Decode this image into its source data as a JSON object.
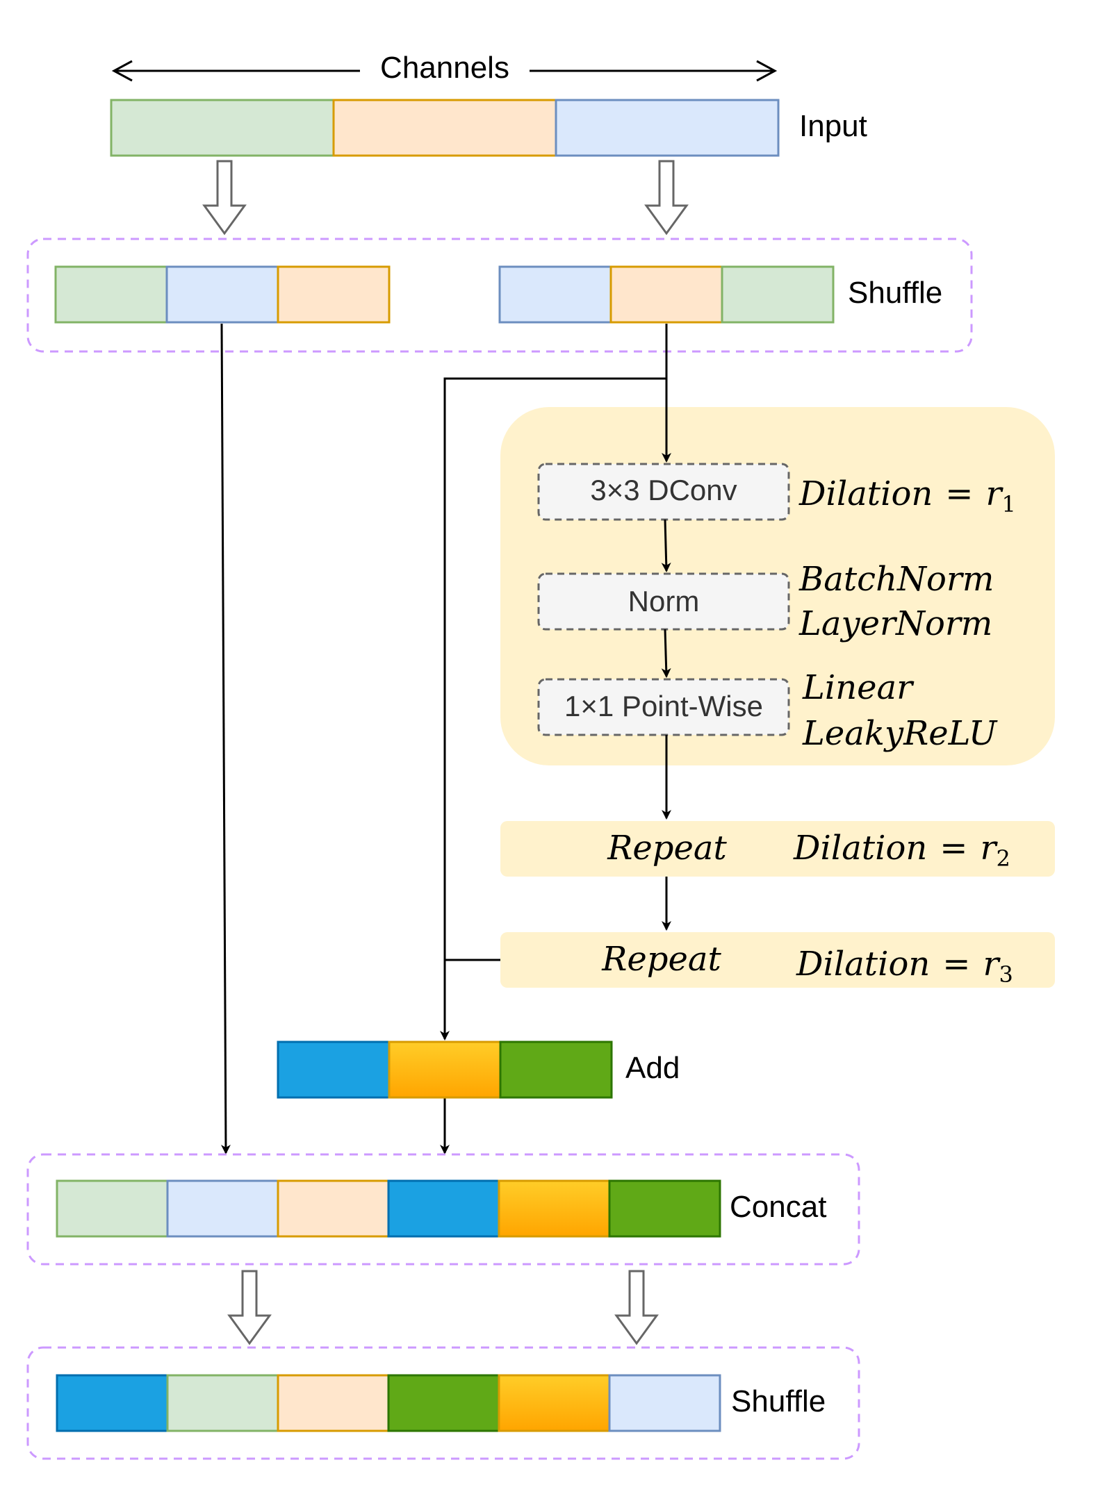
{
  "colors": {
    "green_light": "#d5e8d4",
    "green_light_stroke": "#82b366",
    "orange_light": "#ffe6cc",
    "orange_light_stroke": "#d79b00",
    "blue_light": "#dae8fc",
    "blue_light_stroke": "#6c8ebf",
    "blue_dark": "#1ba1e2",
    "blue_dark_stroke": "#006eaf",
    "amber_top": "#ffcd28",
    "amber_bottom": "#ffa500",
    "amber_stroke": "#d79b00",
    "green_dark": "#60a917",
    "green_dark_stroke": "#2d7600",
    "panel": "#fff2cc",
    "node_fill": "#f5f5f5",
    "node_stroke": "#666666",
    "group_stroke": "#cc99ff",
    "arrow": "#000000",
    "hollow_arrow": "#666666"
  },
  "labels": {
    "channels": "Channels",
    "input": "Input",
    "shuffle_top": "Shuffle",
    "add": "Add",
    "concat": "Concat",
    "shuffle_bottom": "Shuffle"
  },
  "nodes": {
    "dconv": "3×3 DConv",
    "norm": "Norm",
    "pointwise": "1×1 Point-Wise"
  },
  "annotations": {
    "dilation_label": "Dilation",
    "equals": "=",
    "r_symbol": "r",
    "r1_sub": "1",
    "r2_sub": "2",
    "r3_sub": "3",
    "batchnorm": "BatchNorm",
    "layernorm": "LayerNorm",
    "linear": "Linear",
    "leakyrelu": "LeakyReLU",
    "repeat": "Repeat"
  },
  "rows": {
    "input": [
      "green_light",
      "orange_light",
      "blue_light"
    ],
    "shuffle_left": [
      "green_light",
      "blue_light",
      "orange_light"
    ],
    "shuffle_right": [
      "blue_light",
      "orange_light",
      "green_light"
    ],
    "add": [
      "blue_dark",
      "amber",
      "green_dark"
    ],
    "concat": [
      "green_light",
      "blue_light",
      "orange_light",
      "blue_dark",
      "amber",
      "green_dark"
    ],
    "shuffle_bottom": [
      "blue_dark",
      "green_light",
      "orange_light",
      "green_dark",
      "amber",
      "blue_light"
    ]
  }
}
